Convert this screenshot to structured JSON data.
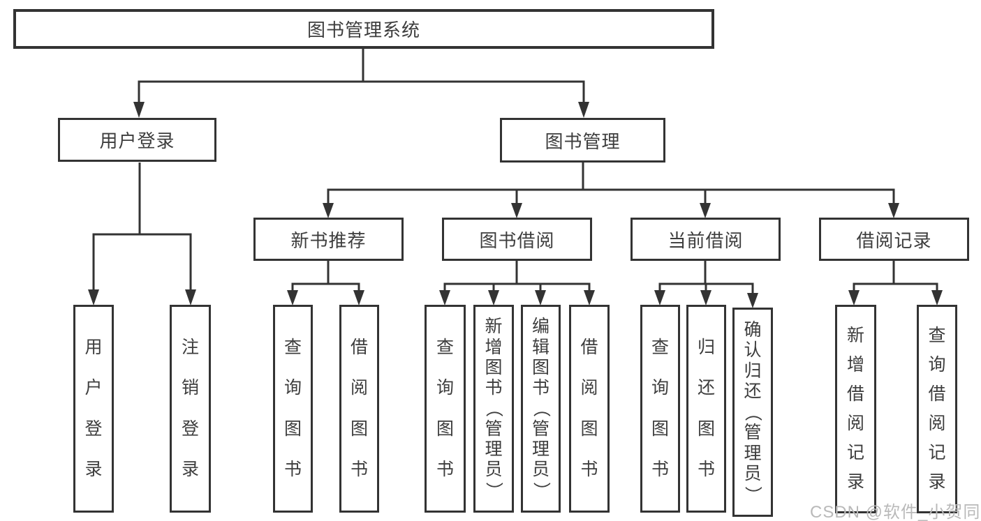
{
  "tree": {
    "label": "图书管理系统",
    "children": [
      {
        "label": "用户登录",
        "children": [
          {
            "label": "用户登录"
          },
          {
            "label": "注销登录"
          }
        ]
      },
      {
        "label": "图书管理",
        "children": [
          {
            "label": "新书推荐",
            "children": [
              {
                "label": "查询图书"
              },
              {
                "label": "借阅图书"
              }
            ]
          },
          {
            "label": "图书借阅",
            "children": [
              {
                "label": "查询图书"
              },
              {
                "label": "新增图书（管理员）"
              },
              {
                "label": "编辑图书（管理员）"
              },
              {
                "label": "借阅图书"
              }
            ]
          },
          {
            "label": "当前借阅",
            "children": [
              {
                "label": "查询图书"
              },
              {
                "label": "归还图书"
              },
              {
                "label": "确认归还（管理员）"
              }
            ]
          },
          {
            "label": "借阅记录",
            "children": [
              {
                "label": "新增借阅记录"
              },
              {
                "label": "查询借阅记录"
              }
            ]
          }
        ]
      }
    ]
  },
  "watermark": {
    "text": "CSDN @软件_小贺同学"
  },
  "colors": {
    "line": "#333333",
    "box_border": "#333333",
    "text": "#3d3d3d",
    "background": "#ffffff",
    "watermark": "#b9b9b9"
  }
}
